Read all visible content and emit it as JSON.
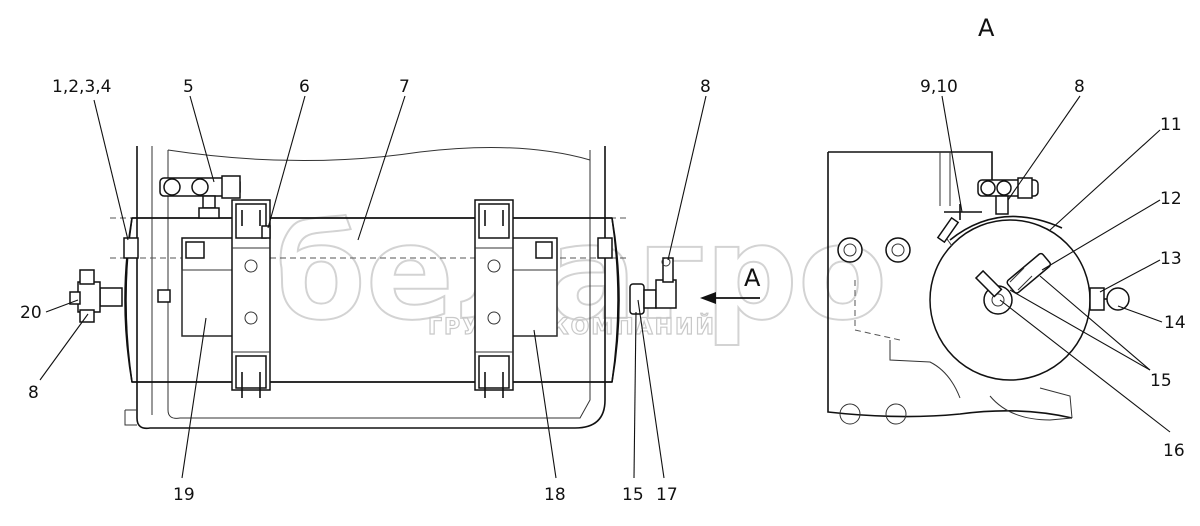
{
  "view_label": "A",
  "arrow_label": "A",
  "watermark": {
    "logo": "белагро",
    "subtitle": "ГРУППА КОМПАНИЙ"
  },
  "callouts": [
    {
      "id": "c-1-2-3-4",
      "text": "1,2,3,4"
    },
    {
      "id": "c-5",
      "text": "5"
    },
    {
      "id": "c-6",
      "text": "6"
    },
    {
      "id": "c-7",
      "text": "7"
    },
    {
      "id": "c-8-top",
      "text": "8"
    },
    {
      "id": "c-9-10",
      "text": "9,10"
    },
    {
      "id": "c-8-right",
      "text": "8"
    },
    {
      "id": "c-11",
      "text": "11"
    },
    {
      "id": "c-12",
      "text": "12"
    },
    {
      "id": "c-13",
      "text": "13"
    },
    {
      "id": "c-14",
      "text": "14"
    },
    {
      "id": "c-15-right",
      "text": "15"
    },
    {
      "id": "c-16",
      "text": "16"
    },
    {
      "id": "c-17",
      "text": "17"
    },
    {
      "id": "c-15-bottom",
      "text": "15"
    },
    {
      "id": "c-18",
      "text": "18"
    },
    {
      "id": "c-19",
      "text": "19"
    },
    {
      "id": "c-20",
      "text": "20"
    },
    {
      "id": "c-8-left",
      "text": "8"
    }
  ]
}
